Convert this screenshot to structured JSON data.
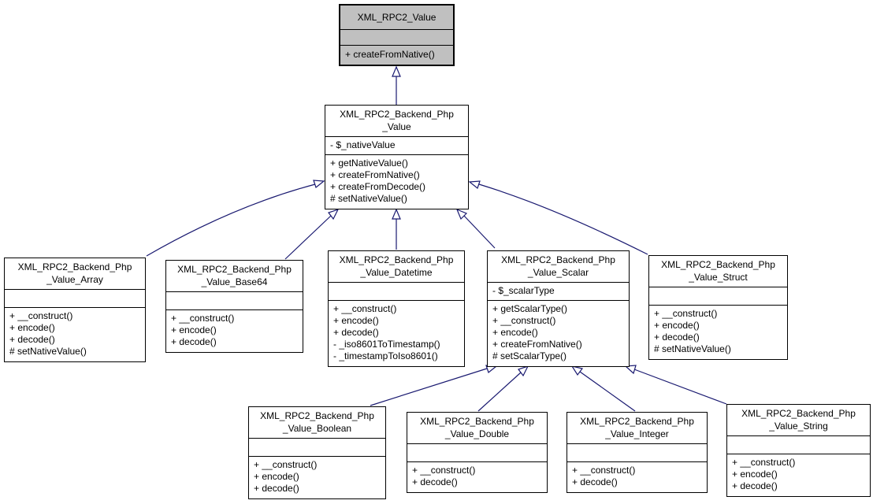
{
  "diagram": {
    "type": "uml-class-inheritance-diagram",
    "colors": {
      "edge": "#191970",
      "root_fill": "#c0c0c0",
      "node_fill": "#ffffff",
      "border": "#000000"
    },
    "classes": {
      "value": {
        "title1": "XML_RPC2_Value",
        "attr": "",
        "methods": [
          "+ createFromNative()"
        ]
      },
      "php_value": {
        "title1": "XML_RPC2_Backend_Php",
        "title2": "_Value",
        "attr": "- $_nativeValue",
        "methods": [
          "+ getNativeValue()",
          "+ createFromNative()",
          "+ createFromDecode()",
          "# setNativeValue()"
        ]
      },
      "array": {
        "title1": "XML_RPC2_Backend_Php",
        "title2": "_Value_Array",
        "attr": "",
        "methods": [
          "+ __construct()",
          "+ encode()",
          "+ decode()",
          "# setNativeValue()"
        ]
      },
      "base64": {
        "title1": "XML_RPC2_Backend_Php",
        "title2": "_Value_Base64",
        "attr": "",
        "methods": [
          "+ __construct()",
          "+ encode()",
          "+ decode()"
        ]
      },
      "datetime": {
        "title1": "XML_RPC2_Backend_Php",
        "title2": "_Value_Datetime",
        "attr": "",
        "methods": [
          "+ __construct()",
          "+ encode()",
          "+ decode()",
          "- _iso8601ToTimestamp()",
          "- _timestampToIso8601()"
        ]
      },
      "scalar": {
        "title1": "XML_RPC2_Backend_Php",
        "title2": "_Value_Scalar",
        "attr": "- $_scalarType",
        "methods": [
          "+ getScalarType()",
          "+ __construct()",
          "+ encode()",
          "+ createFromNative()",
          "# setScalarType()"
        ]
      },
      "struct": {
        "title1": "XML_RPC2_Backend_Php",
        "title2": "_Value_Struct",
        "attr": "",
        "methods": [
          "+ __construct()",
          "+ encode()",
          "+ decode()",
          "# setNativeValue()"
        ]
      },
      "boolean": {
        "title1": "XML_RPC2_Backend_Php",
        "title2": "_Value_Boolean",
        "attr": "",
        "methods": [
          "+ __construct()",
          "+ encode()",
          "+ decode()"
        ]
      },
      "double": {
        "title1": "XML_RPC2_Backend_Php",
        "title2": "_Value_Double",
        "attr": "",
        "methods": [
          "+ __construct()",
          "+ decode()"
        ]
      },
      "integer": {
        "title1": "XML_RPC2_Backend_Php",
        "title2": "_Value_Integer",
        "attr": "",
        "methods": [
          "+ __construct()",
          "+ decode()"
        ]
      },
      "string": {
        "title1": "XML_RPC2_Backend_Php",
        "title2": "_Value_String",
        "attr": "",
        "methods": [
          "+ __construct()",
          "+ encode()",
          "+ decode()"
        ]
      }
    },
    "inheritance": [
      {
        "child": "php_value",
        "parent": "value"
      },
      {
        "child": "array",
        "parent": "php_value"
      },
      {
        "child": "base64",
        "parent": "php_value"
      },
      {
        "child": "datetime",
        "parent": "php_value"
      },
      {
        "child": "scalar",
        "parent": "php_value"
      },
      {
        "child": "struct",
        "parent": "php_value"
      },
      {
        "child": "boolean",
        "parent": "scalar"
      },
      {
        "child": "double",
        "parent": "scalar"
      },
      {
        "child": "integer",
        "parent": "scalar"
      },
      {
        "child": "string",
        "parent": "scalar"
      }
    ]
  }
}
